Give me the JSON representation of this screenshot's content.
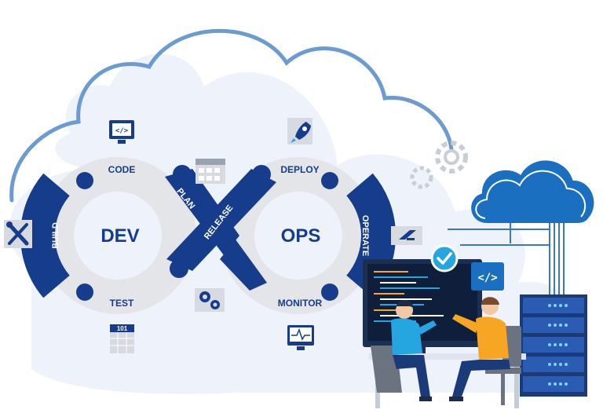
{
  "loop": {
    "dev_label": "DEV",
    "ops_label": "OPS",
    "stages": {
      "code": "CODE",
      "plan": "PLAN",
      "release": "RELEASE",
      "deploy": "DEPLOY",
      "operate": "OPERATE",
      "monitor": "MONITOR",
      "test": "TEST",
      "build": "BUILD"
    }
  },
  "icons": {
    "code_monitor": "code-monitor-icon",
    "calendar": "calendar-icon",
    "rocket": "rocket-icon",
    "tools": "tools-icon",
    "gears": "gears-icon",
    "binary_sheet": "binary-sheet-icon",
    "heartbeat_monitor": "heartbeat-monitor-icon",
    "terminal": "terminal-icon",
    "checkmark": "checkmark-icon",
    "code_tag": "code-tag-icon",
    "cloud": "cloud-icon",
    "server_rack": "server-rack-icon"
  },
  "text": {
    "binary": "101",
    "code_tag": "</>"
  },
  "colors": {
    "navy": "#163c8c",
    "ring_gray": "#e4e5e8",
    "cloud_blue": "#6b9bd1",
    "cloud_fill": "#eef3fb",
    "sky_blue": "#1a6fc0",
    "accent_yellow": "#f6a623",
    "accent_cyan": "#26a6e0"
  }
}
